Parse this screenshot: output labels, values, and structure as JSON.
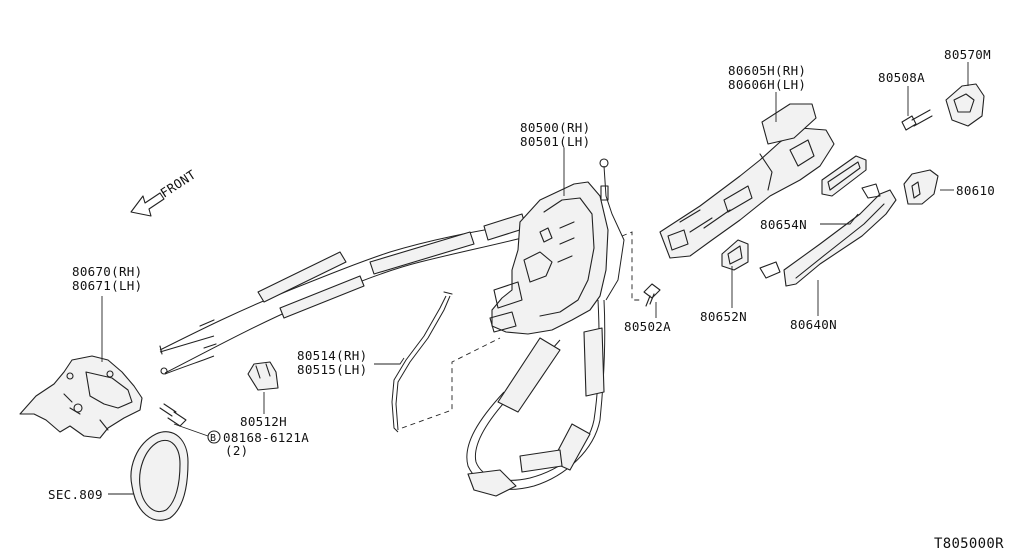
{
  "diagram": {
    "front_label": "FRONT",
    "diagram_code": "T805000R",
    "callouts": {
      "p80500_rh": "80500(RH)",
      "p80501_lh": "80501(LH)",
      "p80605h_rh": "80605H(RH)",
      "p80606h_lh": "80606H(LH)",
      "p80508a": "80508A",
      "p80570m": "80570M",
      "p80610": "80610",
      "p80654n": "80654N",
      "p80670_rh": "80670(RH)",
      "p80671_lh": "80671(LH)",
      "p80514_rh": "80514(RH)",
      "p80515_lh": "80515(LH)",
      "p80512h": "80512H",
      "p08168": "08168-6121A",
      "bolt_symbol": "B",
      "p08168_qty": "(2)",
      "p80502a": "80502A",
      "p80652n": "80652N",
      "p80640n": "80640N",
      "sec809": "SEC.809"
    }
  }
}
